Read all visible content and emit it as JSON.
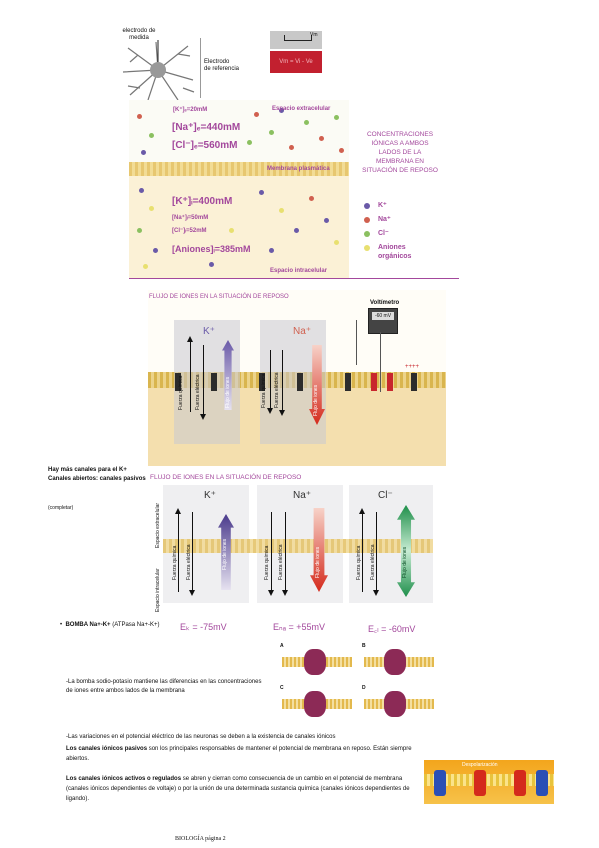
{
  "top_figure": {
    "electrode_label": "electrodo de\nmedida",
    "ref_electrode_label": "Electrodo\nde referencia",
    "scale_label": "Vm",
    "formula": "Vm = Vi - Ve"
  },
  "concentrations": {
    "extracellular_title": "Espacio extracelular",
    "k_out": "[K⁺]ₑ=20mM",
    "na_out": "[Na⁺]ₑ=440mM",
    "cl_out": "[Cl⁻]ₑ=560mM",
    "membrane_label": "Membrana plasmática",
    "k_in": "[K⁺]ᵢ=400mM",
    "na_in": "[Na⁺]ᵢ=50mM",
    "cl_in": "[Cl⁻]ᵢ=52mM",
    "anions_in": "[Aniones]ᵢ=385mM",
    "intracellular_title": "Espacio intracelular",
    "side_title": "CONCENTRACIONES IÓNICAS A AMBOS LADOS DE LA MEMBRANA EN SITUACIÓN DE REPOSO",
    "legend": [
      "K⁺",
      "Na⁺",
      "Cl⁻",
      "Aniones orgánicos"
    ],
    "colors": {
      "k": "#6a5aa8",
      "na": "#d0604f",
      "cl": "#8bc060",
      "anion": "#e8e070"
    }
  },
  "flux1": {
    "title": "FLUJO DE IONES EN LA SITUACIÓN DE REPOSO",
    "k_label": "K⁺",
    "na_label": "Na⁺",
    "voltmeter": "Voltímetro",
    "voltmeter_value": "-60 mV",
    "chem": "Fuerza química",
    "elec": "Fuerza eléctrica",
    "flux": "Flujo de iones",
    "plus": "++++"
  },
  "notes": {
    "more_channels": "Hay más canales para el K+",
    "open_channels": "Canales abiertos: canales pasivos",
    "complete": "(completar)"
  },
  "flux2": {
    "title": "FLUJO DE IONES EN LA SITUACIÓN DE REPOSO",
    "k": "K⁺",
    "na": "Na⁺",
    "cl": "Cl⁻",
    "extra": "Espacio extracelular",
    "intra": "Espacio intracelular",
    "chem": "Fuerza química",
    "elec": "Fuerza eléctrica",
    "flux": "Flujo de iones",
    "ek": "Eₖ = -75mV",
    "ena": "Eₙₐ = +55mV",
    "ecl": "E꜀ₗ = -60mV"
  },
  "pump": {
    "bullet": "BOMBA Na+-K+",
    "bullet_rest": " (ATPasa Na+-K+)",
    "description": "-La bomba sodio-potasio mantiene las diferencias en las concentraciones de iones entre ambos lados de la membrana",
    "panels": [
      "A",
      "B",
      "C",
      "D"
    ]
  },
  "text_block": {
    "line1": "-Las variaciones en el potencial eléctrico de las neuronas se deben a la existencia de canales iónicos",
    "p1_bold": "Los canales iónicos pasivos",
    "p1_rest": " son los principales responsables de mantener el potencial de membrana en reposo. Están siempre abiertos.",
    "p2_bold": "Los canales iónicos activos o regulados",
    "p2_rest": " se abren y cierran como consecuencia de un cambio en el potencial de membrana (canales iónicos dependientes de voltaje) o por la unión de una determinada sustancia química (canales iónicos dependientes de ligando).",
    "banner": "Despolarización"
  },
  "footer": "BIOLOGÍA página 2"
}
